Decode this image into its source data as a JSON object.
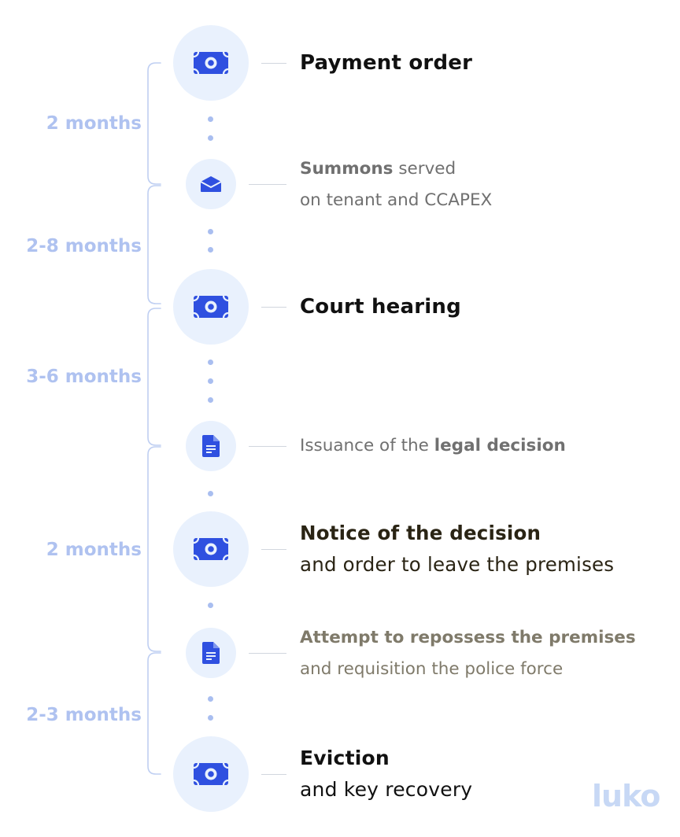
{
  "durations": [
    "2 months",
    "2-8 months",
    "3-6 months",
    "2 months",
    "2-3 months"
  ],
  "steps": {
    "payment_order": {
      "text": "Payment order"
    },
    "summons": {
      "bold": "Summons",
      "rest": " served",
      "line2": "on tenant and CCAPEX"
    },
    "court_hearing": {
      "text": "Court hearing"
    },
    "legal_decision": {
      "pre": "Issuance of the ",
      "bold": "legal decision"
    },
    "notice": {
      "line1": "Notice of the decision",
      "line2": "and order to leave the premises"
    },
    "repossess": {
      "line1": "Attempt to repossess the premises",
      "line2": "and requisition the police force"
    },
    "eviction": {
      "line1": "Eviction",
      "line2": "and key recovery"
    }
  },
  "icons": {
    "major": "banknote-icon",
    "summons": "envelope-icon",
    "document": "document-icon"
  },
  "colors": {
    "accent": "#2F50E0",
    "circle_bg": "#E9F1FD",
    "duration_text": "#AFC2F0",
    "dot": "#A9BEF0",
    "brace": "#BFCFF2"
  },
  "logo": "luko"
}
